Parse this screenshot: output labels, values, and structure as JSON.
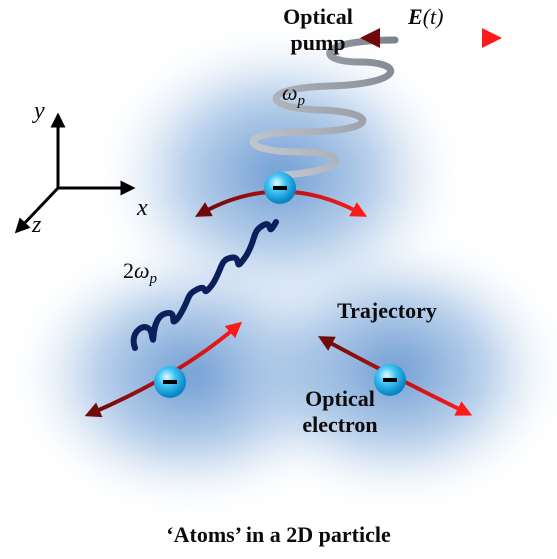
{
  "labels": {
    "optical_pump_line1": "Optical",
    "optical_pump_line2": "pump",
    "field_symbol": "E",
    "field_arg": "(t)",
    "omega": "ω",
    "sub_p": "p",
    "two": "2",
    "axis_y": "y",
    "axis_x": "x",
    "axis_z": "z",
    "trajectory": "Trajectory",
    "optical_electron_line1": "Optical",
    "optical_electron_line2": "electron",
    "caption": "‘Atoms’ in a 2D particle",
    "electron_charge": "–"
  },
  "colors": {
    "cloud": "#7fa8d8",
    "arrow_dark": "#6e0a0a",
    "arrow_bright": "#ff1a1a",
    "pump_wave": "#8a8f97",
    "second_harmonic_wave": "#0b1f5c",
    "electron": "#29b6f0",
    "text": "#0b0b0b"
  }
}
